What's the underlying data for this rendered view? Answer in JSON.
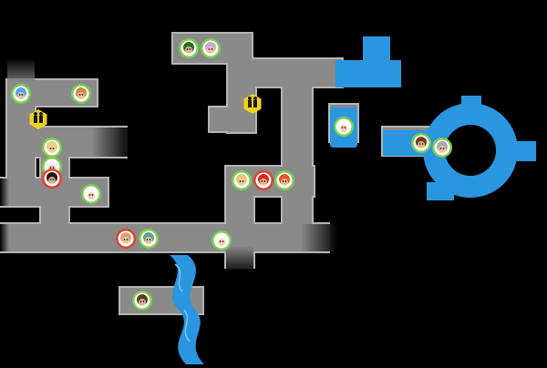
{
  "colors": {
    "background": "#000000",
    "floor": "#8a8a8a",
    "wall_highlight": "#b5b5b5",
    "wall_shadow": "#4a4a4a",
    "water": "#2a96e0",
    "water_light": "#5bb6f0",
    "token_green_ring": "#7bcf4f",
    "token_red_ring": "#e0412a",
    "token_yellow": "#f1d21c"
  },
  "tokens": [
    {
      "name": "token-goblin-face",
      "icon": "goblin-face-icon",
      "ring": "green",
      "face": "#2d6b23"
    },
    {
      "name": "token-purple-haired-elf",
      "icon": "elf-face-icon",
      "ring": "green",
      "face": "#c9a6d6"
    },
    {
      "name": "token-blue-haired-hero",
      "icon": "blue-hair-face-icon",
      "ring": "green",
      "face": "#4fa8e0"
    },
    {
      "name": "token-auburn-hero",
      "icon": "auburn-hair-face-icon",
      "ring": "green",
      "face": "#c98a4f"
    },
    {
      "name": "token-yellow-loot-hex",
      "icon": "treasure-pile-icon",
      "ring": "yellow",
      "face": "#1b1b1b"
    },
    {
      "name": "token-blonde-hero",
      "icon": "blonde-face-icon",
      "ring": "green",
      "face": "#e8d27a"
    },
    {
      "name": "token-white-haired-hero",
      "icon": "white-hair-face-icon",
      "ring": "green",
      "face": "#f4f4f4"
    },
    {
      "name": "token-red-spider-enemy",
      "icon": "spider-icon",
      "ring": "red",
      "face": "#2a1414"
    },
    {
      "name": "token-skull",
      "icon": "skull-icon",
      "ring": "green",
      "face": "#ffffff"
    },
    {
      "name": "token-yellow-door-hex",
      "icon": "door-figures-icon",
      "ring": "yellow",
      "face": "#1b1b1b"
    },
    {
      "name": "token-green-slime",
      "icon": "slime-eye-icon",
      "ring": "green",
      "face": "#ffffff"
    },
    {
      "name": "token-brown-haired-hero",
      "icon": "brown-hair-face-icon",
      "ring": "green",
      "face": "#6b3f1f"
    },
    {
      "name": "token-grey-haired-hero",
      "icon": "grey-hair-face-icon",
      "ring": "green",
      "face": "#a9a9a9"
    },
    {
      "name": "token-top-hat-hero",
      "icon": "top-hat-face-icon",
      "ring": "green",
      "face": "#e8c67a"
    },
    {
      "name": "token-ladybug-enemy",
      "icon": "ladybug-icon",
      "ring": "red",
      "face": "#d92a1f"
    },
    {
      "name": "token-red-haired-hero",
      "icon": "red-hair-face-icon",
      "ring": "green",
      "face": "#e0552a"
    },
    {
      "name": "token-red-dwarf-enemy",
      "icon": "dwarf-face-icon",
      "ring": "red",
      "face": "#d9a07a"
    },
    {
      "name": "token-glasses-hero",
      "icon": "glasses-face-icon",
      "ring": "green",
      "face": "#6b9e8e"
    },
    {
      "name": "token-black-haired-hero",
      "icon": "black-hair-face-icon",
      "ring": "green",
      "face": "#ffffff"
    },
    {
      "name": "token-dark-hero",
      "icon": "dark-face-icon",
      "ring": "green",
      "face": "#5b3a22"
    }
  ]
}
